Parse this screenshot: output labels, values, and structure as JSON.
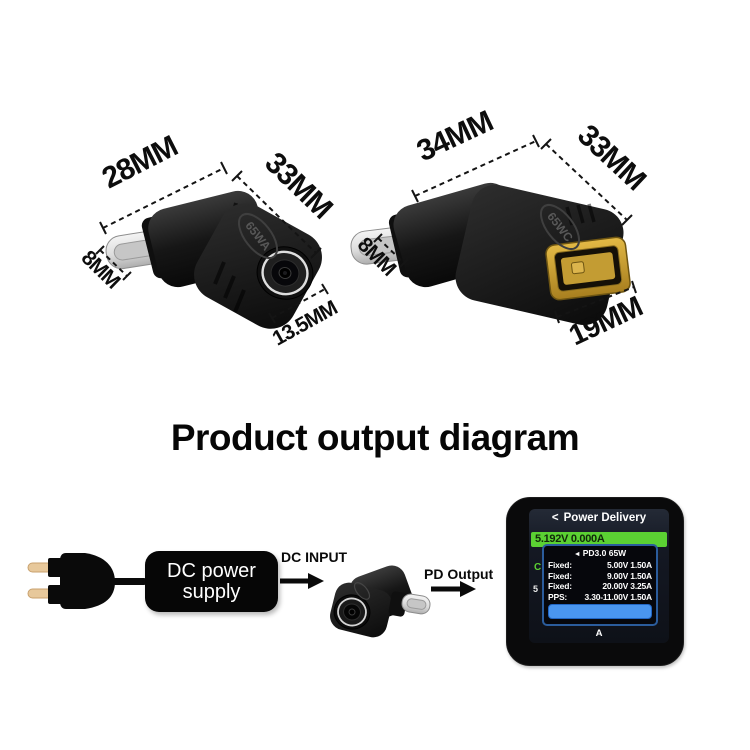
{
  "products": {
    "left": {
      "emboss": "65WA",
      "dim_top": "28MM",
      "dim_right": "33MM",
      "dim_plug": "8MM",
      "dim_tip": "13.5MM"
    },
    "right": {
      "emboss": "65WC",
      "dim_top": "34MM",
      "dim_right": "33MM",
      "dim_plug": "8MM",
      "dim_tip": "19MM"
    }
  },
  "heading": {
    "title": "Product output diagram"
  },
  "flow": {
    "supply_box": {
      "line1": "DC power",
      "line2": "supply"
    },
    "dc_input_label": "DC INPUT",
    "pd_output_label": "PD Output"
  },
  "meter": {
    "back_chevron": "<",
    "title": "Power Delivery",
    "active_row": "5.192V 0.000A",
    "fragment_row2": "C",
    "fragment_row3": "5",
    "popup": {
      "header_icon": "◄",
      "header": "PD3.0 65W",
      "rows": [
        {
          "label": "Fixed:",
          "value": "5.00V 1.50A"
        },
        {
          "label": "Fixed:",
          "value": "9.00V 1.50A"
        },
        {
          "label": "Fixed:",
          "value": "20.00V 3.25A"
        },
        {
          "label": "PPS:",
          "value": "3.30-11.00V 1.50A"
        }
      ]
    },
    "bottom_label": "A",
    "colors": {
      "highlight_green": "#5bd133",
      "selector_blue": "#4a96f0",
      "screen_bg": "#12151c",
      "popup_border": "#2b5c9c"
    }
  }
}
